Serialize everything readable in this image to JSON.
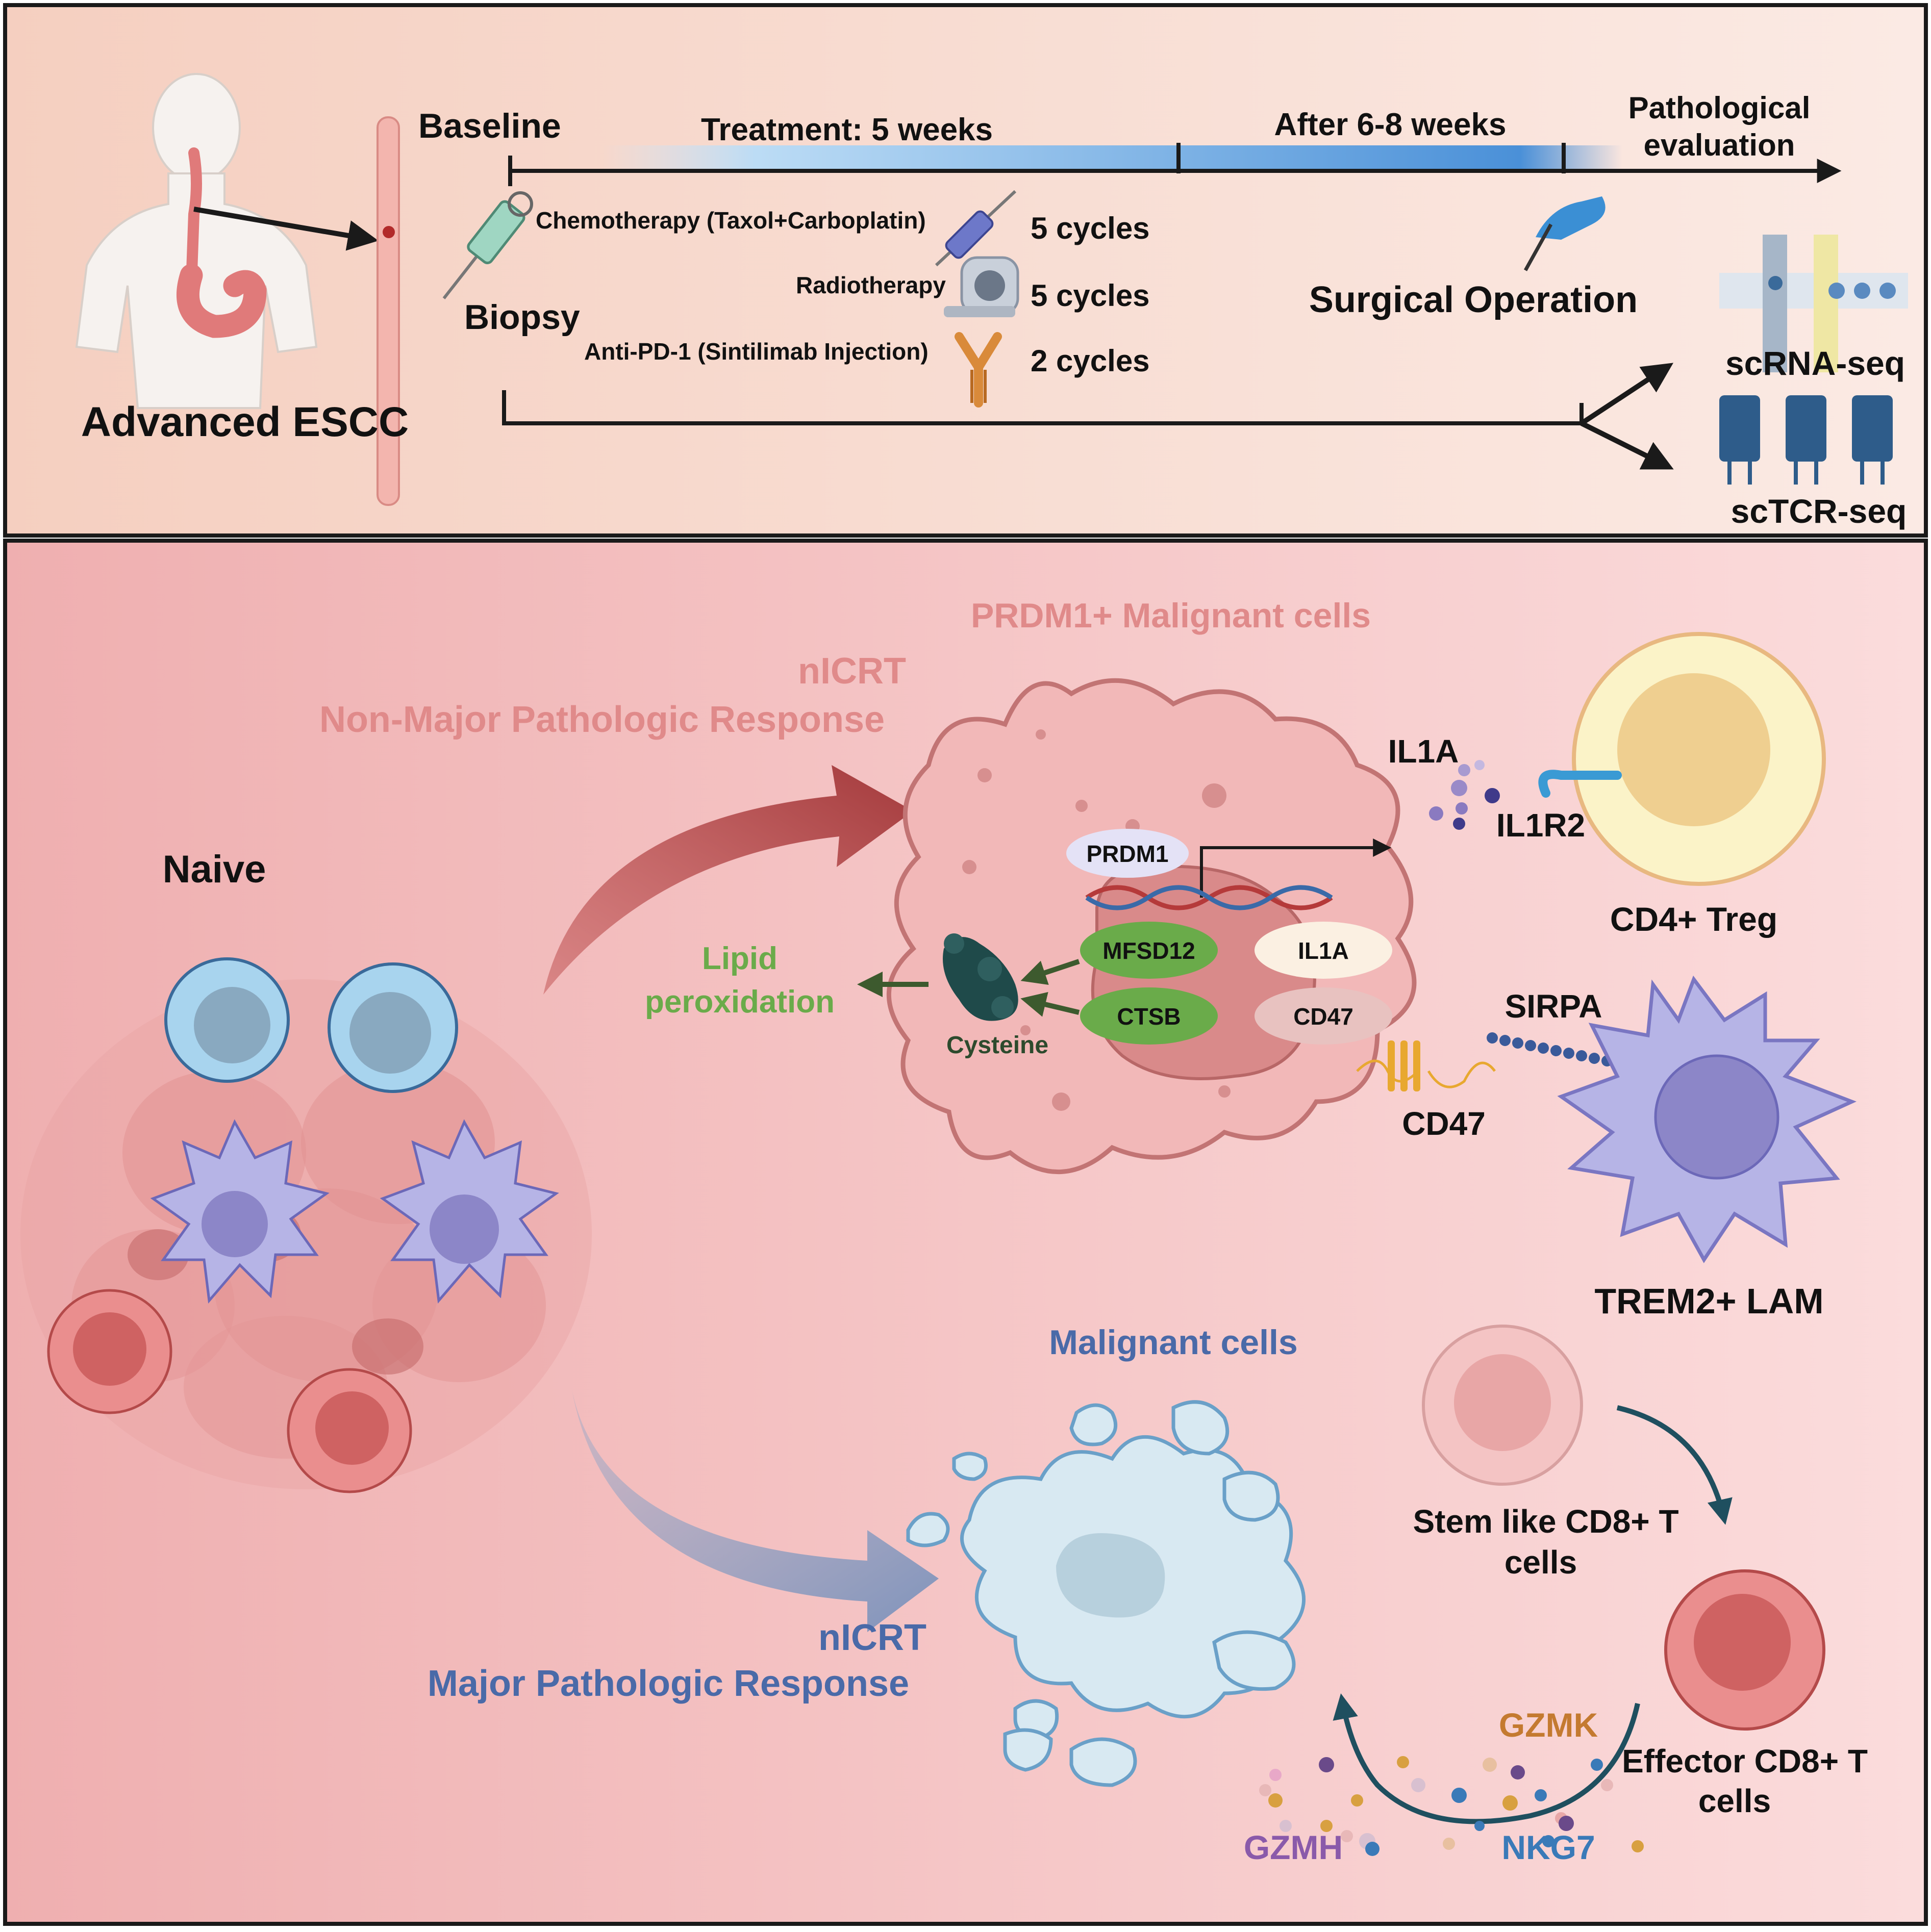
{
  "top_panel": {
    "disease_label": "Advanced ESCC",
    "baseline_label": "Baseline",
    "biopsy_label": "Biopsy",
    "treatment_label": "Treatment: 5  weeks",
    "after_label": "After 6-8 weeks",
    "pathology_line1": "Pathological",
    "pathology_line2": "evaluation",
    "chemo_label": "Chemotherapy (Taxol+Carboplatin)",
    "chemo_cycles": "5 cycles",
    "radio_label": "Radiotherapy",
    "radio_cycles": "5 cycles",
    "antipd1_label": "Anti-PD-1 (Sintilimab Injection)",
    "antipd1_cycles": "2 cycles",
    "surgery_label": "Surgical Operation",
    "scrna_label": "scRNA-seq",
    "sctcr_label": "scTCR-seq"
  },
  "bottom_panel": {
    "naive_label": "Naive",
    "nonmpr_line1": "nICRT",
    "nonmpr_line2": "Non-Major Pathologic Response",
    "prdm1_cells_label": "PRDM1+ Malignant cells",
    "prdm1_label": "PRDM1",
    "mfsd12_label": "MFSD12",
    "il1a_inner_label": "IL1A",
    "ctsb_label": "CTSB",
    "cd47_inner_label": "CD47",
    "cysteine_label": "Cysteine",
    "lipid_line1": "Lipid",
    "lipid_line2": "peroxidation",
    "il1a_label": "IL1A",
    "il1r2_label": "IL1R2",
    "treg_label": "CD4+ Treg",
    "sirpa_label": "SIRPA",
    "cd47_label": "CD47",
    "lam_label": "TREM2+ LAM",
    "malignant_label": "Malignant cells",
    "mpr_line1": "nICRT",
    "mpr_line2": "Major Pathologic Response",
    "stem_line1": "Stem like CD8+ T",
    "stem_line2": "cells",
    "effector_line1": "Effector CD8+ T",
    "effector_line2": "cells",
    "gzmk_label": "GZMK",
    "gzmh_label": "GZMH",
    "nkg7_label": "NKG7"
  },
  "colors": {
    "non_mpr_text": "#e08a8a",
    "mpr_text": "#4a6aa8",
    "lipid_text": "#6aab4a",
    "gzmk": "#c47a30",
    "gzmh": "#8a5aaa",
    "nkg7": "#3a7ab8",
    "nonmpr_arrow": "#a3393b",
    "mpr_arrow": "#8899bb"
  }
}
